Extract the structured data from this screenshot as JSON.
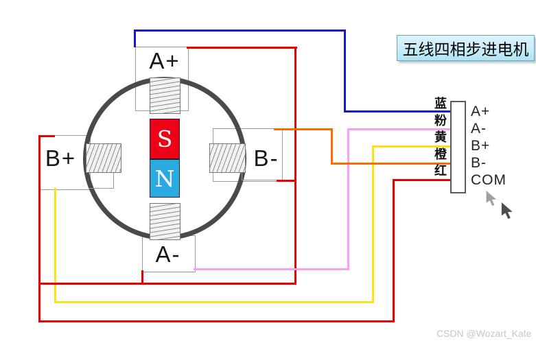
{
  "title": "五线四相步进电机",
  "motor": {
    "coils": {
      "top": "A+",
      "bottom": "A-",
      "left": "B+",
      "right": "B-"
    },
    "magnet": {
      "south": "S",
      "north": "N"
    }
  },
  "connector": {
    "rows": [
      {
        "wire": "蓝",
        "pin": "A+",
        "color_name": "blue"
      },
      {
        "wire": "粉",
        "pin": "A-",
        "color_name": "pink"
      },
      {
        "wire": "黄",
        "pin": "B+",
        "color_name": "yellow"
      },
      {
        "wire": "橙",
        "pin": "B-",
        "color_name": "orange"
      },
      {
        "wire": "红",
        "pin": "COM",
        "color_name": "red"
      }
    ]
  },
  "colors": {
    "blue": "#1414e0",
    "pink": "#ff9df2",
    "yellow": "#ffdf1a",
    "orange": "#ff6a00",
    "red": "#e60000",
    "magnet_south": "#ee0016",
    "magnet_north": "#29abe2",
    "title_bg": "#c9ecf8",
    "title_border": "#6ba6ba",
    "cursor_light": "#a0a0a0",
    "cursor_dark": "#4d4d4d"
  },
  "watermark": "CSDN @Wozart_Kate"
}
